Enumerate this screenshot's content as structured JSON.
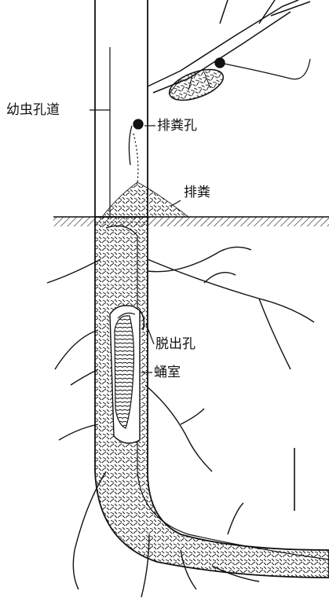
{
  "labels": {
    "larval_tunnel": "幼虫孔道",
    "frass_hole": "排粪孔",
    "frass": "排粪",
    "exit_hole": "脱出孔",
    "pupal_chamber": "蛹室"
  },
  "colors": {
    "ink": "#111111",
    "background": "#ffffff"
  }
}
